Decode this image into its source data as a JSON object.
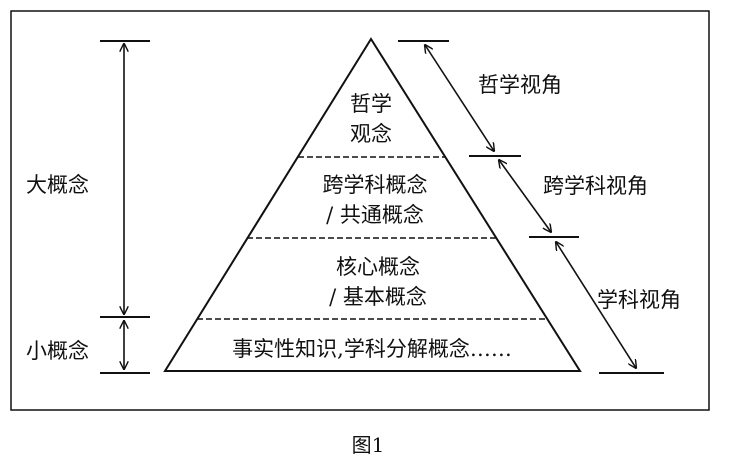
{
  "colors": {
    "ink": "#111111",
    "background": "#ffffff"
  },
  "pyramid": {
    "levels": [
      {
        "lines": [
          "哲学",
          "观念"
        ]
      },
      {
        "lines": [
          "跨学科概念",
          "/ 共通概念"
        ]
      },
      {
        "lines": [
          "核心概念",
          "/ 基本概念"
        ]
      },
      {
        "lines": [
          "事实性知识,学科分解概念……"
        ]
      }
    ]
  },
  "left_labels": {
    "big": "大概念",
    "small": "小概念"
  },
  "right_labels": {
    "philosophy": "哲学视角",
    "cross": "跨学科视角",
    "subject": "学科视角"
  },
  "caption": "图1"
}
